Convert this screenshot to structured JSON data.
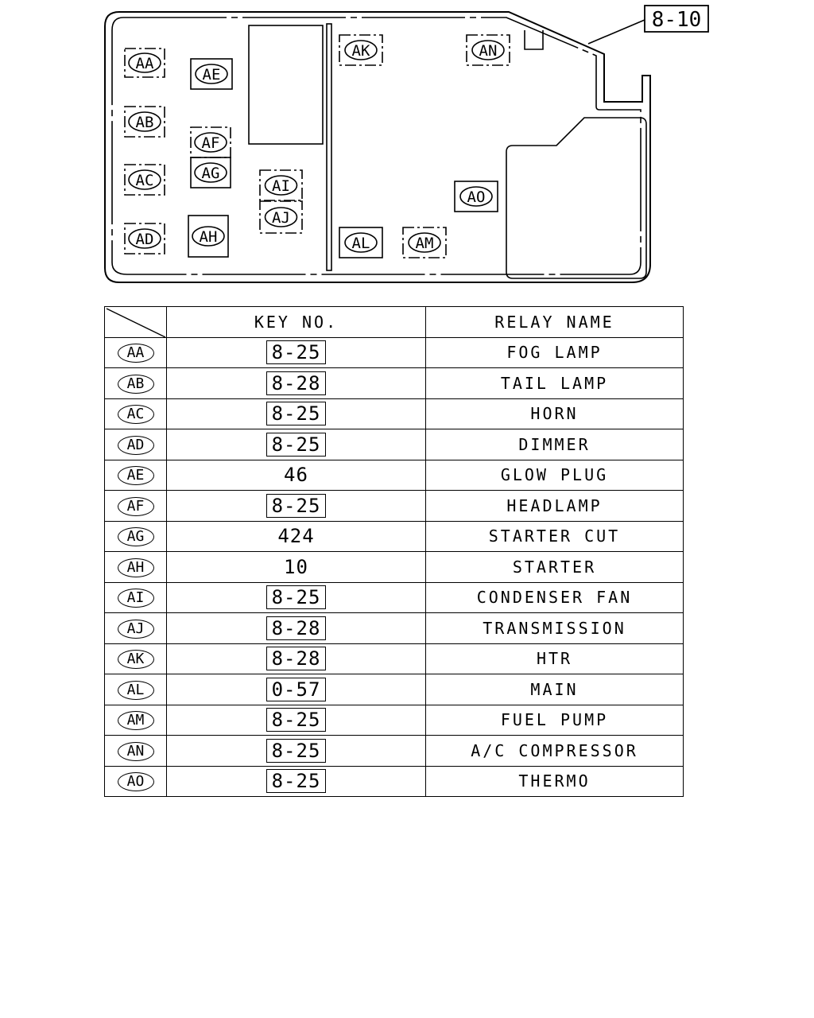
{
  "callout": {
    "label": "8-10"
  },
  "diagram": {
    "relays": [
      {
        "code": "AA",
        "frame": "dashed"
      },
      {
        "code": "AB",
        "frame": "dashed"
      },
      {
        "code": "AC",
        "frame": "dashed"
      },
      {
        "code": "AD",
        "frame": "dashed"
      },
      {
        "code": "AE",
        "frame": "solid"
      },
      {
        "code": "AF",
        "frame": "dashed"
      },
      {
        "code": "AG",
        "frame": "solid"
      },
      {
        "code": "AH",
        "frame": "solid"
      },
      {
        "code": "AI",
        "frame": "dashed"
      },
      {
        "code": "AJ",
        "frame": "dashed"
      },
      {
        "code": "AK",
        "frame": "dashed"
      },
      {
        "code": "AL",
        "frame": "solid"
      },
      {
        "code": "AM",
        "frame": "dashed"
      },
      {
        "code": "AN",
        "frame": "dashed"
      },
      {
        "code": "AO",
        "frame": "solid"
      }
    ]
  },
  "table": {
    "headers": {
      "key_no": "KEY NO.",
      "relay_name": "RELAY NAME"
    },
    "rows": [
      {
        "code": "AA",
        "key": "8-25",
        "boxed": true,
        "name": "FOG LAMP"
      },
      {
        "code": "AB",
        "key": "8-28",
        "boxed": true,
        "name": "TAIL LAMP"
      },
      {
        "code": "AC",
        "key": "8-25",
        "boxed": true,
        "name": "HORN"
      },
      {
        "code": "AD",
        "key": "8-25",
        "boxed": true,
        "name": "DIMMER"
      },
      {
        "code": "AE",
        "key": "46",
        "boxed": false,
        "name": "GLOW PLUG"
      },
      {
        "code": "AF",
        "key": "8-25",
        "boxed": true,
        "name": "HEADLAMP"
      },
      {
        "code": "AG",
        "key": "424",
        "boxed": false,
        "name": "STARTER CUT"
      },
      {
        "code": "AH",
        "key": "10",
        "boxed": false,
        "name": "STARTER"
      },
      {
        "code": "AI",
        "key": "8-25",
        "boxed": true,
        "name": "CONDENSER FAN"
      },
      {
        "code": "AJ",
        "key": "8-28",
        "boxed": true,
        "name": "TRANSMISSION"
      },
      {
        "code": "AK",
        "key": "8-28",
        "boxed": true,
        "name": "HTR"
      },
      {
        "code": "AL",
        "key": "0-57",
        "boxed": true,
        "name": "MAIN"
      },
      {
        "code": "AM",
        "key": "8-25",
        "boxed": true,
        "name": "FUEL PUMP"
      },
      {
        "code": "AN",
        "key": "8-25",
        "boxed": true,
        "name": "A/C COMPRESSOR"
      },
      {
        "code": "AO",
        "key": "8-25",
        "boxed": true,
        "name": "THERMO"
      }
    ]
  }
}
